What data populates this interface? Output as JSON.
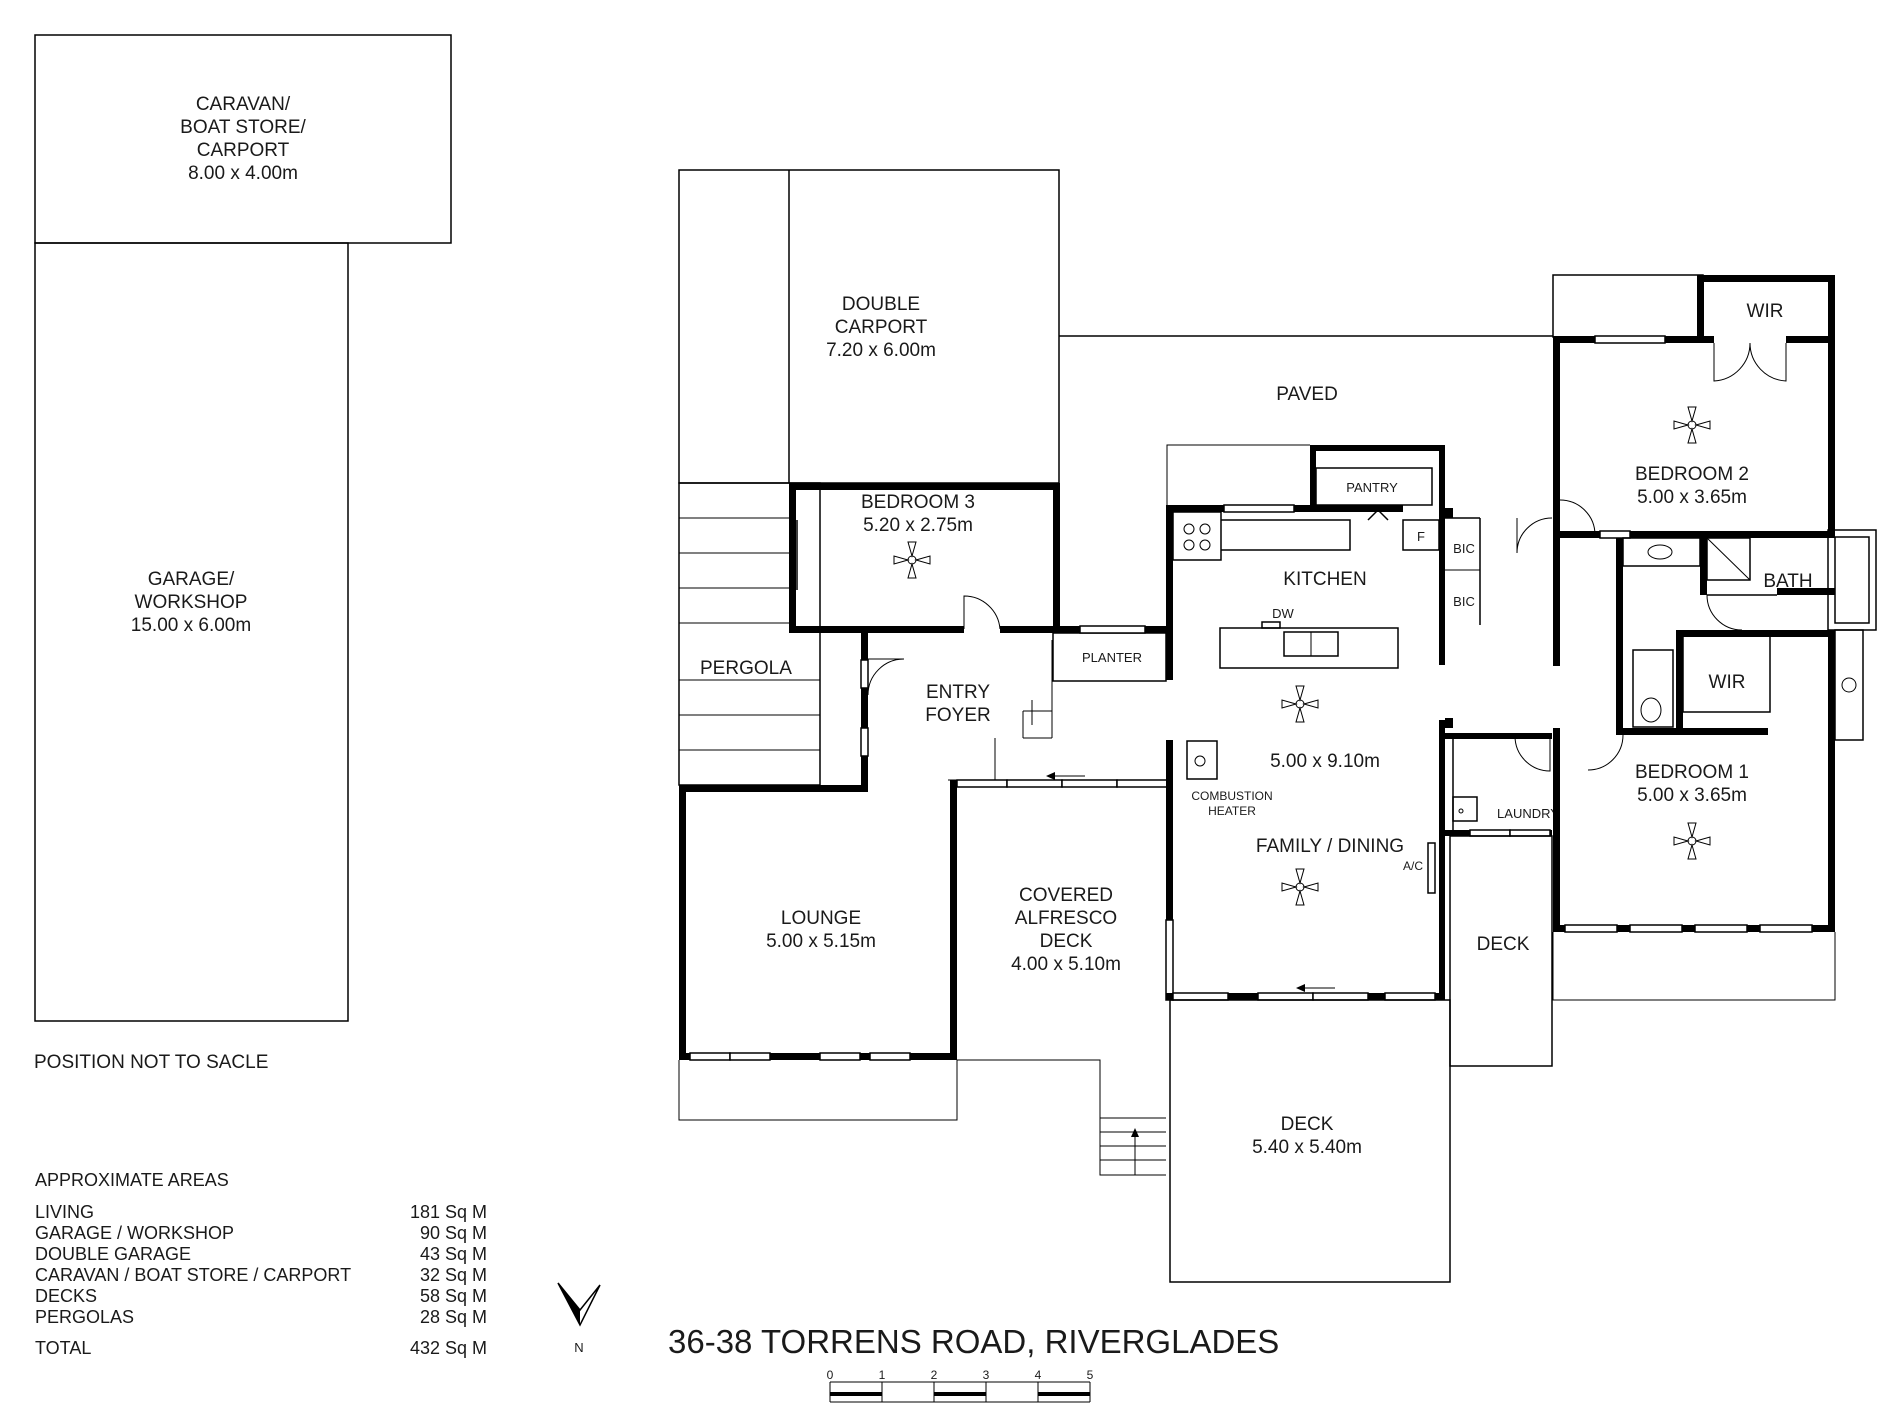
{
  "plan": {
    "address": "36-38 TORRENS ROAD, RIVERGLADES",
    "position_note": "POSITION NOT TO SACLE",
    "north": "N",
    "rooms": {
      "caravan": [
        "CARAVAN/",
        "BOAT STORE/",
        "CARPORT",
        "8.00 x 4.00m"
      ],
      "garage": [
        "GARAGE/",
        "WORKSHOP",
        "15.00 x 6.00m"
      ],
      "double_carport": [
        "DOUBLE",
        "CARPORT",
        "7.20 x 6.00m"
      ],
      "paved": "PAVED",
      "bedroom3": [
        "BEDROOM 3",
        "5.20 x 2.75m"
      ],
      "pergola": "PERGOLA",
      "entry": [
        "ENTRY",
        "FOYER"
      ],
      "planter": "PLANTER",
      "pantry": "PANTRY",
      "fridge": "F",
      "kitchen": "KITCHEN",
      "dw": "DW",
      "kitchen_size": "5.00 x 9.10m",
      "combustion": [
        "COMBUSTION",
        "HEATER"
      ],
      "family": "FAMILY / DINING",
      "ac": "A/C",
      "lounge": [
        "LOUNGE",
        "5.00 x 5.15m"
      ],
      "alfresco": [
        "COVERED",
        "ALFRESCO",
        "DECK",
        "4.00 x 5.10m"
      ],
      "deck_main": [
        "DECK",
        "5.40 x 5.40m"
      ],
      "deck_small": "DECK",
      "bic1": "BIC",
      "bic2": "BIC",
      "laundry": "LAUNDRY",
      "wir1": "WIR",
      "wir2": "WIR",
      "bedroom2": [
        "BEDROOM 2",
        "5.00 x 3.65m"
      ],
      "bath": "BATH",
      "bedroom1": [
        "BEDROOM 1",
        "5.00 x 3.65m"
      ]
    },
    "areas": {
      "heading": "APPROXIMATE AREAS",
      "rows": [
        {
          "label": "LIVING",
          "value": "181 Sq M"
        },
        {
          "label": "GARAGE / WORKSHOP",
          "value": "90 Sq M"
        },
        {
          "label": "DOUBLE GARAGE",
          "value": "43 Sq M"
        },
        {
          "label": "CARAVAN / BOAT STORE / CARPORT",
          "value": "32 Sq M"
        },
        {
          "label": "DECKS",
          "value": "58 Sq M"
        },
        {
          "label": "PERGOLAS",
          "value": "28 Sq M"
        }
      ],
      "total_label": "TOTAL",
      "total_value": "432 Sq M"
    },
    "scale": [
      "0",
      "1",
      "2",
      "3",
      "4",
      "5"
    ]
  }
}
